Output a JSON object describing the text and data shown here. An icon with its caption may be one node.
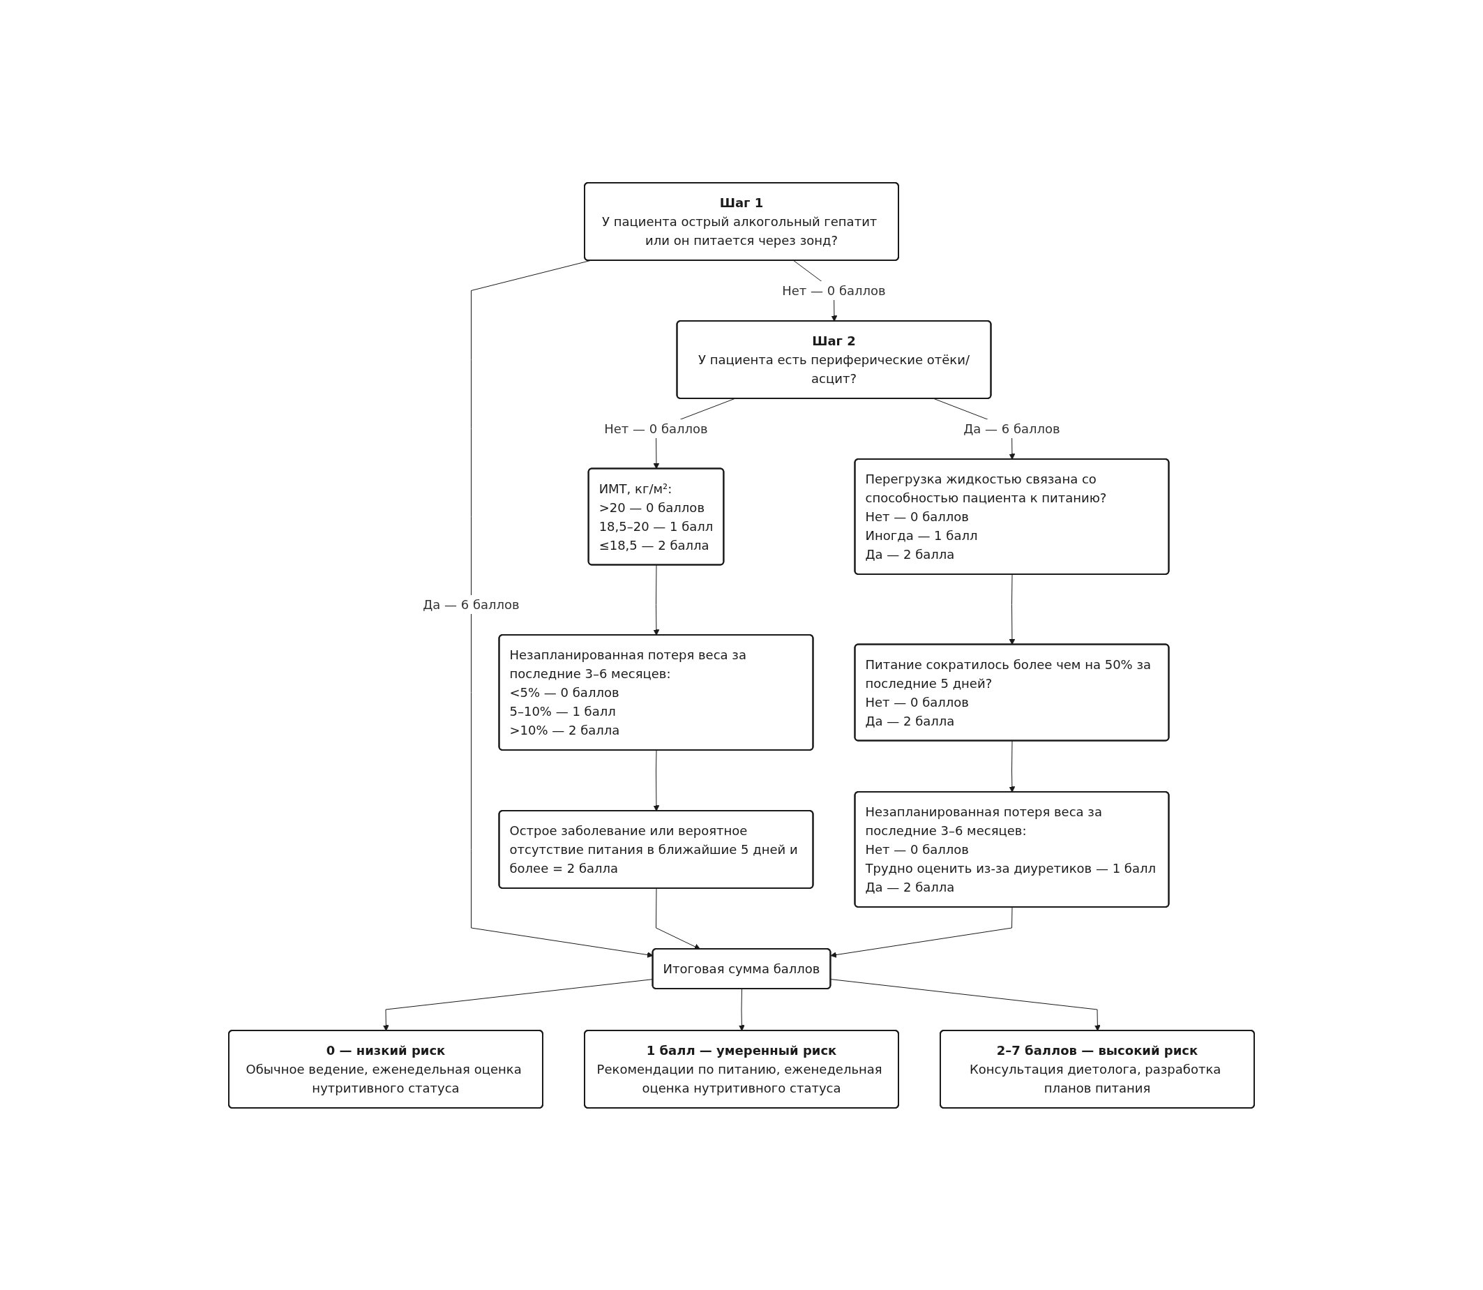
{
  "diagram": {
    "nodes": [
      {
        "text": [
          "Шаг 1",
          "У пациента острый алкогольный гепатит или он питается через зонд?"
        ]
      },
      {
        "text": [
          "Шаг 2",
          "У пациента есть периферические отёки/асцит?"
        ]
      },
      {
        "text": [
          "ИМТ, кг/м²:",
          ">20 — 0 баллов",
          "18,5–20 — 1 балл",
          "≤18,5 — 2 балла"
        ]
      },
      {
        "text": [
          "Незапланированная потеря веса за последние 3–6 месяцев:",
          "<5% — 0 баллов",
          "5–10% — 1 балл",
          ">10% — 2 балла"
        ]
      },
      {
        "text": [
          "Острое заболевание или вероятное отсутствие питания в ближайшие 5 дней и более = 2 балла"
        ]
      },
      {
        "text": [
          "Перегрузка жидкостью связана со способностью пациента к питанию?",
          "Нет — 0 баллов",
          "Иногда — 1 балл",
          "Да — 2 балла"
        ]
      },
      {
        "text": [
          "Питание сократилось более чем на 50% за последние 5 дней?",
          "Нет — 0 баллов",
          "Да — 2 балла"
        ]
      },
      {
        "text": [
          "Незапланированная потеря веса за последние 3–6 месяцев:",
          "Нет — 0 баллов",
          "Трудно оценить из-за диуретиков — 1 балл",
          "Да — 2 балла"
        ]
      },
      {
        "text": [
          "Итоговая сумма баллов"
        ]
      },
      {
        "text": [
          "0 — низкий риск",
          "Обычное ведение, еженедельная оценка нутритивного статуса"
        ]
      },
      {
        "text": [
          "1 балл — умеренный риск",
          "Рекомендации по питанию, еженедельная оценка нутритивного статуса"
        ]
      },
      {
        "text": [
          "2–7 баллов — высокий риск",
          "Консультация диетолога, разработка планов питания"
        ]
      }
    ],
    "edges": [
      {
        "from": 0,
        "to": 1,
        "arrow": "to",
        "label": "Нет — 0 баллов"
      },
      {
        "from": 0,
        "to": 8,
        "arrow": "to",
        "label": "Да — 6 баллов"
      },
      {
        "from": 1,
        "to": 2,
        "arrow": "to",
        "label": "Нет — 0 баллов"
      },
      {
        "from": 1,
        "to": 5,
        "arrow": "to",
        "label": "Да — 6 баллов"
      },
      {
        "from": 2,
        "to": 3,
        "arrow": "to"
      },
      {
        "from": 3,
        "to": 4,
        "arrow": "to"
      },
      {
        "from": 4,
        "to": 8,
        "arrow": "to"
      },
      {
        "from": 5,
        "to": 6,
        "arrow": "to"
      },
      {
        "from": 6,
        "to": 7,
        "arrow": "to"
      },
      {
        "from": 7,
        "to": 8,
        "arrow": "to"
      },
      {
        "from": 8,
        "to": 9,
        "arrow": "to"
      },
      {
        "from": 8,
        "to": 10,
        "arrow": "to"
      },
      {
        "from": 8,
        "to": 11,
        "arrow": "to"
      }
    ]
  }
}
